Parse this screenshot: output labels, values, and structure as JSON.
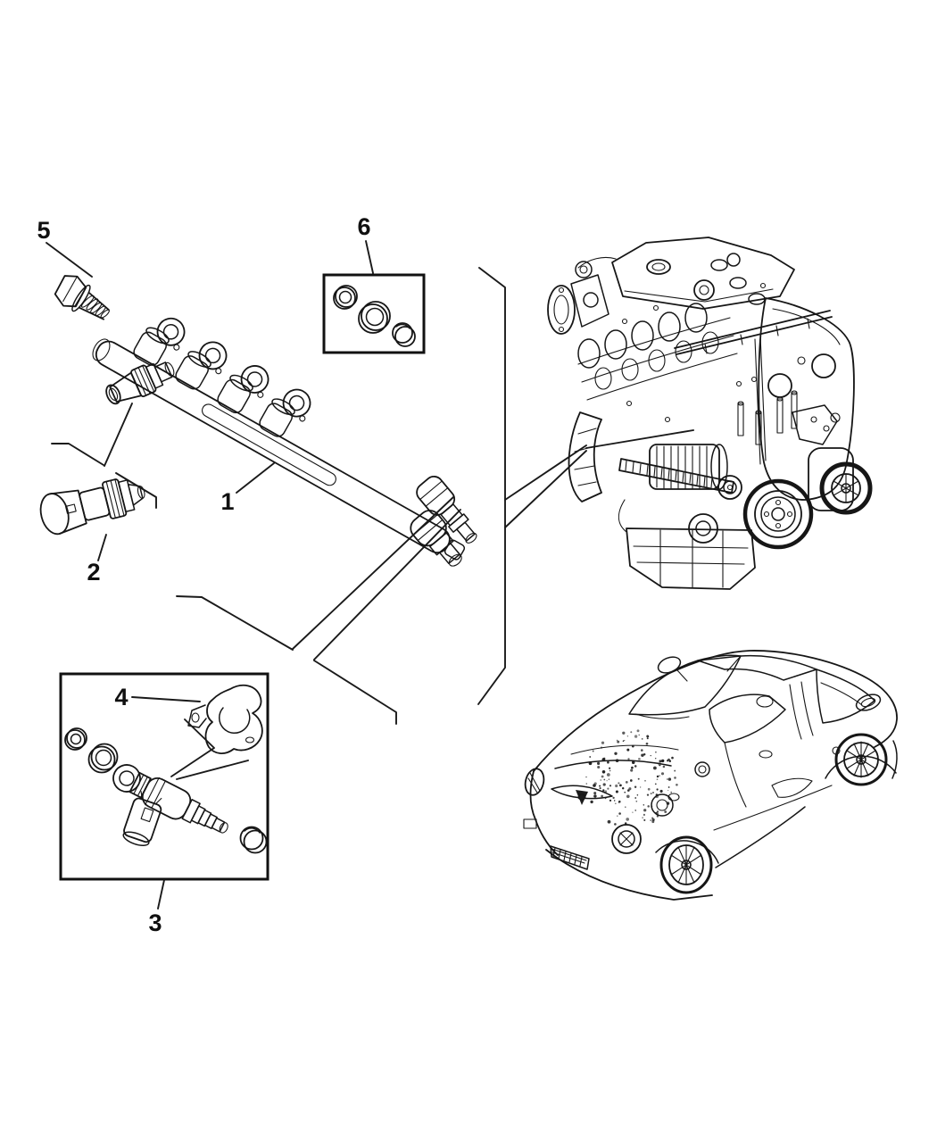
{
  "diagram": {
    "background_color": "#ffffff",
    "line_color": "#161616",
    "callouts": {
      "c1": "1",
      "c2": "2",
      "c3": "3",
      "c4": "4",
      "c5": "5",
      "c6": "6"
    }
  }
}
